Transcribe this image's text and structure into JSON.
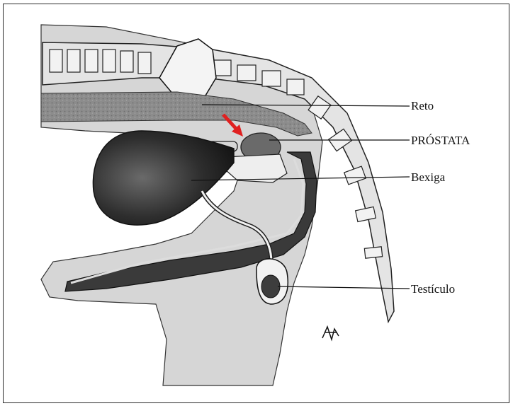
{
  "labels": {
    "reto": "Reto",
    "prostata": "PRÓSTATA",
    "bexiga": "Bexiga",
    "testiculo": "Testículo"
  },
  "colors": {
    "body_fill": "#d4d4d4",
    "rectum_fill": "#8a8a8a",
    "bladder_fill": "#3a3a3a",
    "arrow": "#e02020",
    "line": "#111111"
  },
  "icons": {
    "arrow": "red-arrow-icon",
    "signature": "artist-signature"
  }
}
